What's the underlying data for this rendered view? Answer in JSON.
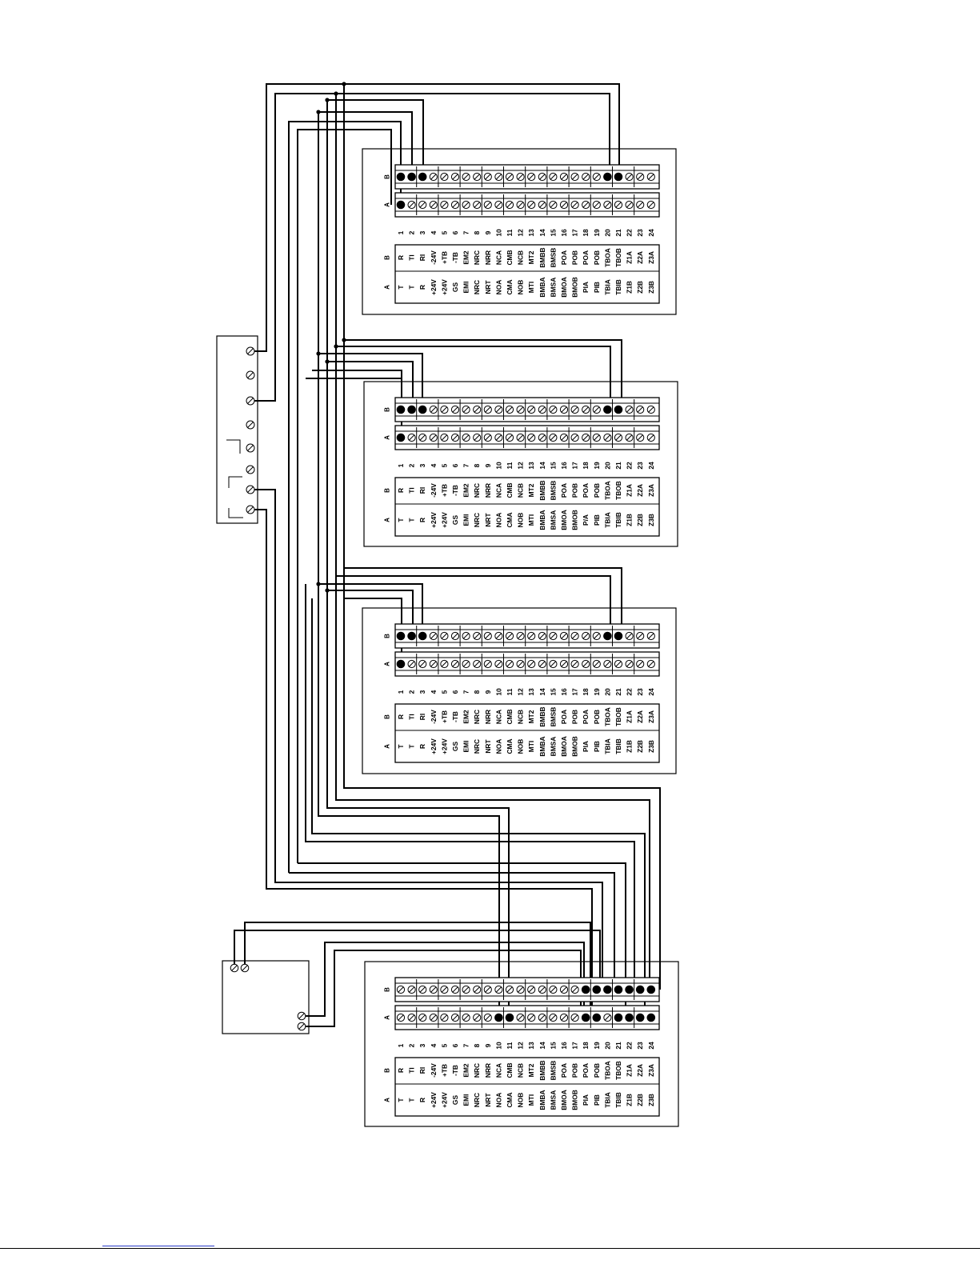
{
  "row_labels": {
    "a": "A",
    "b": "B"
  },
  "terminal_numbers": [
    "1",
    "2",
    "3",
    "4",
    "5",
    "6",
    "7",
    "8",
    "9",
    "10",
    "11",
    "12",
    "13",
    "14",
    "15",
    "16",
    "17",
    "18",
    "19",
    "20",
    "21",
    "22",
    "23",
    "24"
  ],
  "labels_b": [
    "R",
    "TI",
    "RI",
    "-24V",
    "+TB",
    "-TB",
    "EM2",
    "NRC",
    "NRR",
    "NCA",
    "CMB",
    "NCB",
    "MT2",
    "BMBB",
    "BMSB",
    "POA",
    "POB",
    "POA",
    "POB",
    "TBOA",
    "TBOB",
    "Z1A",
    "Z2A",
    "Z3A"
  ],
  "labels_a": [
    [
      "T",
      "T",
      "R",
      "+24V",
      "+24V",
      "GS",
      "EMI",
      "NRC",
      "NRT",
      "NOA",
      "CMA",
      "NOB",
      "MTI",
      "BMBA",
      "BMSA",
      "BMOA",
      "BMOB",
      "PIA",
      "PIB",
      "TBIA",
      "TBIB",
      "Z1B",
      "Z2B",
      "Z3B"
    ],
    [
      "T",
      "T",
      "R",
      "+24V",
      "+24V",
      "GS",
      "EMI",
      "NRC",
      "NRT",
      "NOA",
      "CMA",
      "NOB",
      "MTI",
      "BMBA",
      "BMSA",
      "BMOA",
      "BMOB",
      "P/A",
      "PIB",
      "TBIA",
      "TBIB",
      "Z1B",
      "Z2B",
      "Z3B"
    ],
    [
      "T",
      "T",
      "R",
      "+24V",
      "+24V",
      "GS",
      "EMI",
      "NRC",
      "NRT",
      "NOA",
      "CMA",
      "NOB",
      "MTI",
      "BMBA",
      "BMSA",
      "BMOA",
      "BMOB",
      "PIA",
      "PIB",
      "TBIA",
      "TBIB",
      "Z1B",
      "Z2B",
      "Z3B"
    ],
    [
      "T",
      "T",
      "R",
      "+24V",
      "+24V",
      "GS",
      "EMI",
      "NRC",
      "NRT",
      "NOA",
      "CMA",
      "NOB",
      "MTI",
      "BMBA",
      "BMSA",
      "BMOA",
      "BMOB",
      "PIA",
      "PIB",
      "TBIA",
      "TBIB",
      "Z1B",
      "Z2B",
      "Z3B"
    ]
  ],
  "modules": [
    {
      "connected_a": [
        1
      ],
      "connected_b": [
        1,
        2,
        3,
        20,
        21
      ]
    },
    {
      "connected_a": [
        1
      ],
      "connected_b": [
        1,
        2,
        3,
        20,
        21
      ]
    },
    {
      "connected_a": [
        1
      ],
      "connected_b": [
        1,
        2,
        3,
        20,
        21
      ]
    },
    {
      "connected_a": [
        10,
        11,
        18,
        19,
        21,
        22,
        23,
        24
      ],
      "connected_b": [
        18,
        19,
        20,
        21,
        22,
        23,
        24
      ]
    }
  ],
  "controller": {
    "terminal_count": 8
  },
  "aux_box": {
    "terminal_count": 4
  }
}
